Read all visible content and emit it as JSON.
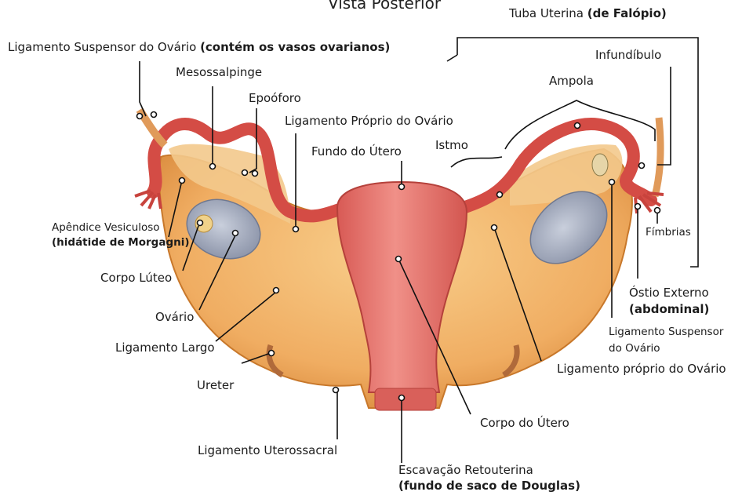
{
  "view_title": "Vista Posterior",
  "labels": {
    "tuba_uterina": "Tuba Uterina ",
    "tuba_uterina_bold": "(de Falópio)",
    "lig_suspensor_ovario_top": "Ligamento Suspensor do Ovário ",
    "lig_suspensor_ovario_top_bold": "(contém os vasos ovarianos)",
    "infundibulo": "Infundíbulo",
    "mesossalpinge": "Mesossalpinge",
    "ampola": "Ampola",
    "epooforo": "Epoóforo",
    "lig_proprio_ovario_top": "Ligamento Próprio do Ovário",
    "istmo": "Istmo",
    "fundo_utero": "Fundo do Útero",
    "apendice_vesiculoso": "Apêndice Vesiculoso",
    "apendice_vesiculoso_bold": "(hidátide de Morgagni)",
    "fimbrias": "Fímbrias",
    "corpo_luteo": "Corpo Lúteo",
    "ostio_externo": "Óstio Externo",
    "ostio_externo_bold": "(abdominal)",
    "ovario": "Ovário",
    "lig_suspensor_ovario_right_1": "Ligamento Suspensor",
    "lig_suspensor_ovario_right_2": "do Ovário",
    "ligamento_largo": "Ligamento Largo",
    "lig_proprio_ovario_right": "Ligamento próprio do Ovário",
    "ureter": "Ureter",
    "corpo_utero": "Corpo do Útero",
    "lig_uterossacral": "Ligamento Uterossacral",
    "escavacao_retouterina": "Escavação Retouterina",
    "escavacao_retouterina_bold": "(fundo de saco de Douglas)"
  },
  "colors": {
    "tube": "#d9534a",
    "tube_dark": "#a9322c",
    "ligament": "#f2b56e",
    "ligament_dark": "#c47a2e",
    "uterus": "#e4716a",
    "uterus_light": "#f4a198",
    "ovary": "#aab2c4",
    "leader": "#111111"
  }
}
